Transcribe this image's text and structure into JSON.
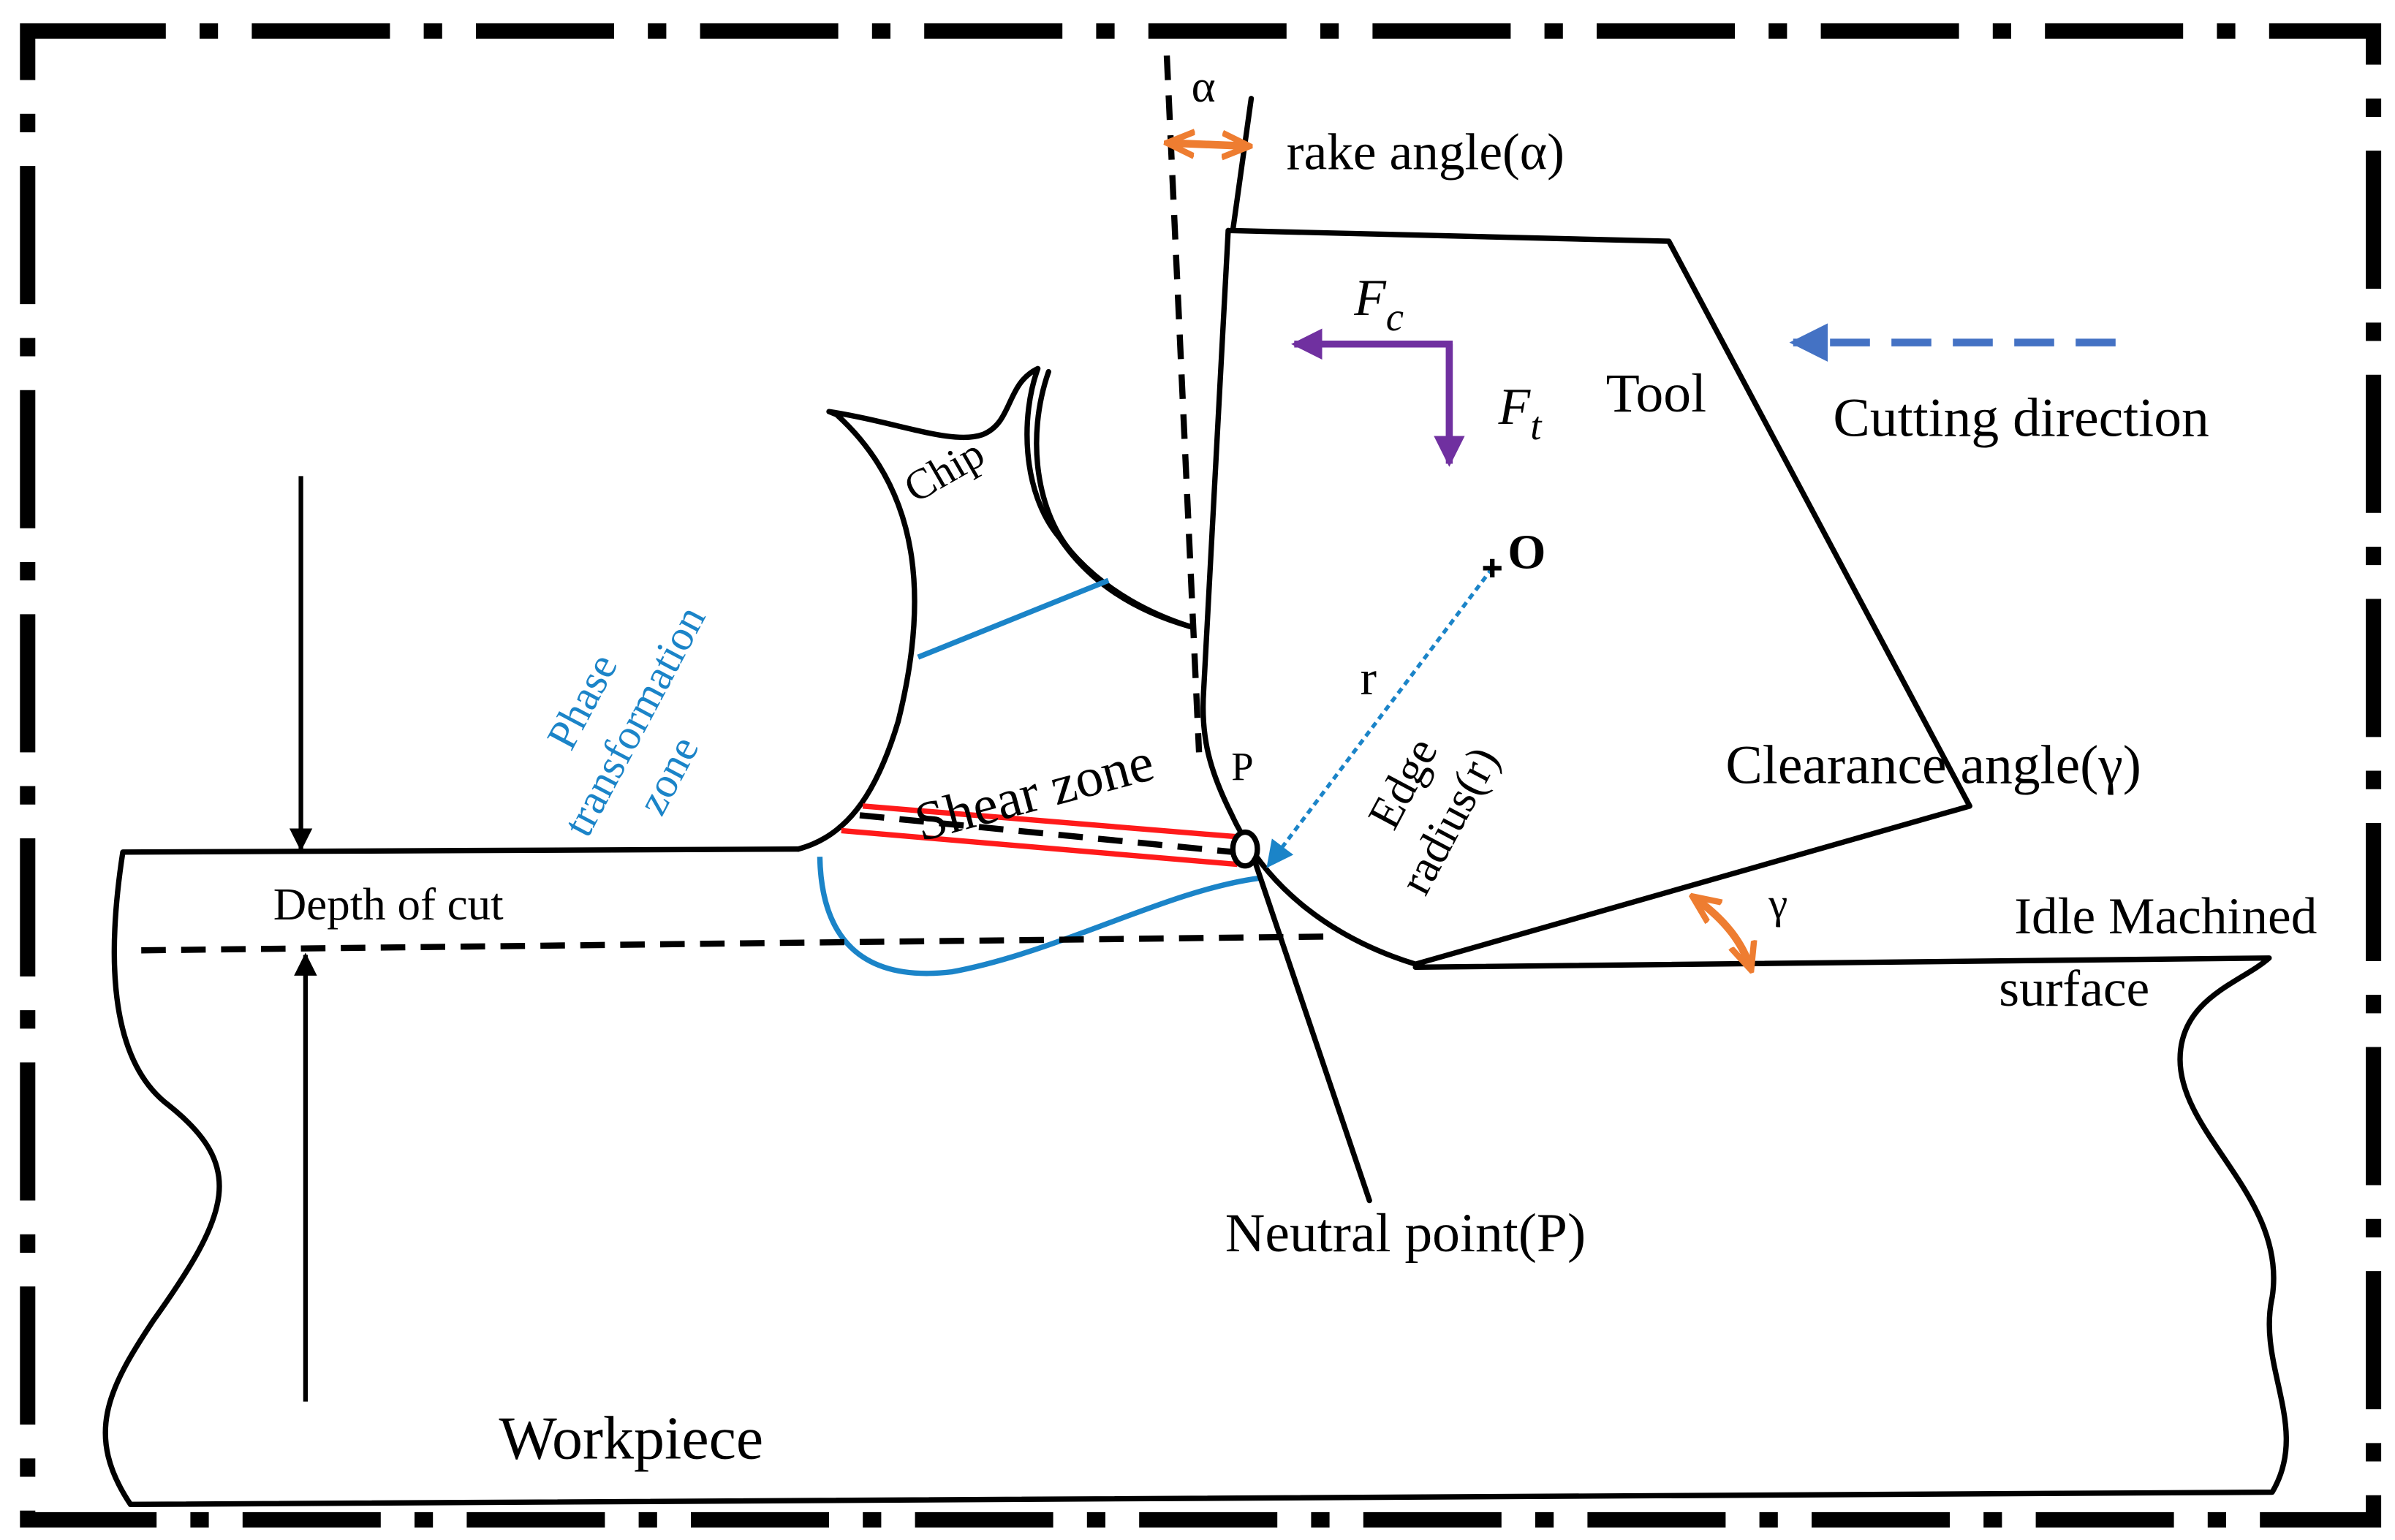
{
  "labels": {
    "alpha_symbol": "α",
    "rake_angle": "rake angle(α)",
    "force_cutting_base": "F",
    "force_cutting_sub": "c",
    "force_thrust_base": "F",
    "force_thrust_sub": "t",
    "tool": "Tool",
    "cutting_direction": "Cutting direction",
    "chip": "Chip",
    "phase_line1": "Phase",
    "phase_line2": "transformation",
    "phase_line3": "zone",
    "center_o": "O",
    "radius_r": "r",
    "point_p": "P",
    "shear_zone": "Shear zone",
    "edge_line1": "Edge",
    "edge_line2": "radius(r)",
    "clearance_angle": "Clearance angle(γ)",
    "gamma_symbol": "γ",
    "idle_line1": "Idle Machined",
    "idle_line2": "surface",
    "depth_of_cut": "Depth of cut",
    "neutral_point": "Neutral point(P)",
    "workpiece": "Workpiece"
  },
  "colors": {
    "outline": "#000000",
    "phase_zone": "#1b84c8",
    "shear_band": "#ff1a1a",
    "angle_marker": "#ee7d31",
    "force_arrow": "#7030a0",
    "cutting_direction_arrow": "#4472c4"
  }
}
